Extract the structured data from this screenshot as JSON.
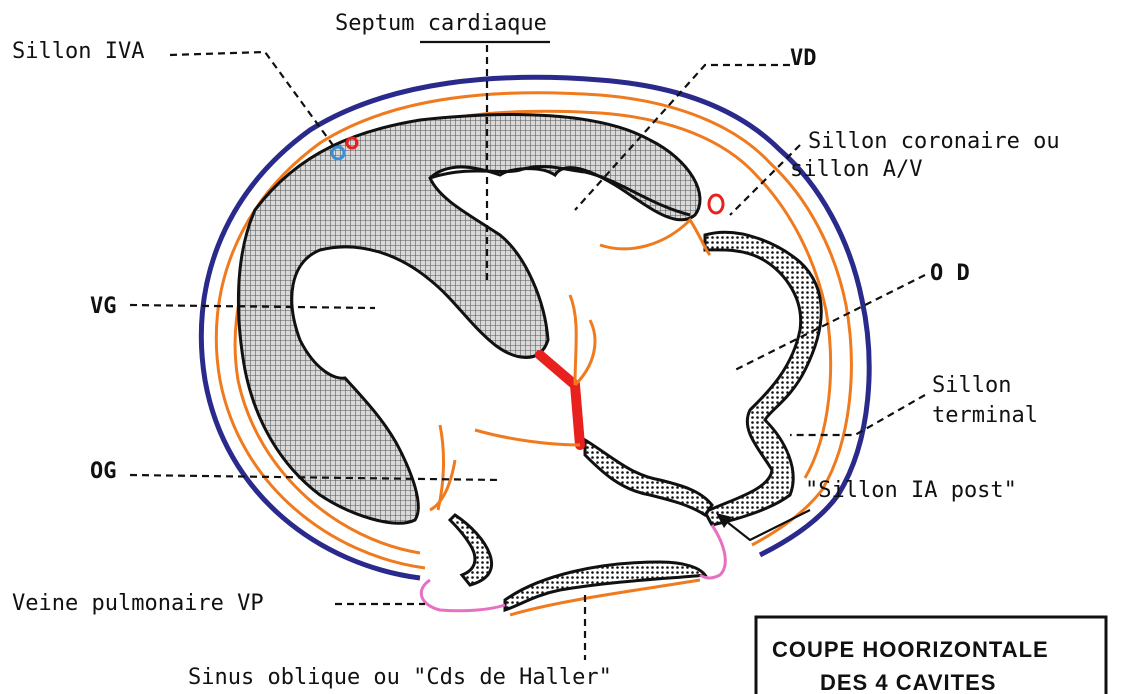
{
  "labels": {
    "sillon_iva": "Sillon IVA",
    "septum": "Septum  cardiaque",
    "vd": "VD",
    "sillon_coronaire_1": "Sillon coronaire ou",
    "sillon_coronaire_2": "sillon A/V",
    "od": "O D",
    "vg": "VG",
    "og": "OG",
    "sillon_terminal_1": "Sillon",
    "sillon_terminal_2": "terminal",
    "sillon_ia_post": "\"Sillon IA post\"",
    "veine_pulmonaire": "Veine pulmonaire VP",
    "sinus_oblique": "Sinus oblique ou \"Cds de Haller\""
  },
  "title_box": {
    "line1": "COUPE   HOORIZONTALE",
    "line2": "DES 4 CAVITES"
  },
  "colors": {
    "pericardium": "#2a2a8c",
    "fat_layer": "#f07a1e",
    "myocardium_fill": "#a6a6a6",
    "artery": "#e8201e",
    "coronary_vessel": "#3b8fd6",
    "veine_pulmonaire": "#e870c0",
    "outline": "#111111"
  }
}
